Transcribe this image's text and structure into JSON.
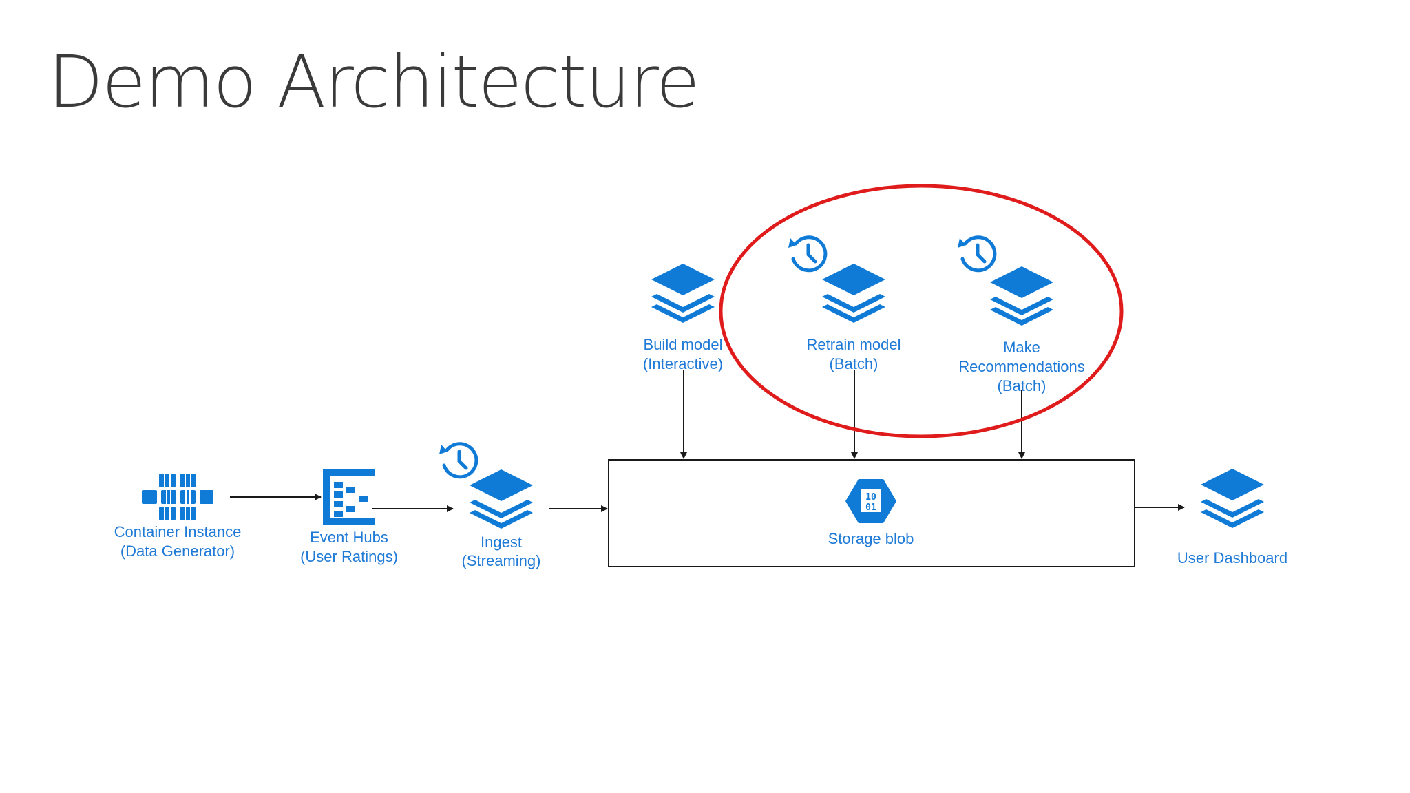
{
  "slide": {
    "title": "Demo Architecture"
  },
  "colors": {
    "azure_blue": "#0f7bd7",
    "label_blue": "#1e7ad6",
    "highlight_red": "#e01b1b",
    "line": "#1a1a1a"
  },
  "nodes": {
    "container": {
      "icon": "container-instance-icon",
      "line1": "Container Instance",
      "line2": "(Data Generator)"
    },
    "eventhubs": {
      "icon": "event-hubs-icon",
      "line1": "Event Hubs",
      "line2": "(User Ratings)"
    },
    "ingest": {
      "icon": "databricks-layers-icon",
      "schedule_icon": "schedule-clock-icon",
      "line1": "Ingest",
      "line2": "(Streaming)"
    },
    "build": {
      "icon": "databricks-layers-icon",
      "line1": "Build model",
      "line2": "(Interactive)"
    },
    "retrain": {
      "icon": "databricks-layers-icon",
      "schedule_icon": "schedule-clock-icon",
      "line1": "Retrain model",
      "line2": "(Batch)"
    },
    "recommend": {
      "icon": "databricks-layers-icon",
      "schedule_icon": "schedule-clock-icon",
      "line1": "Make",
      "line2": "Recommendations",
      "line3": "(Batch)"
    },
    "storage": {
      "icon": "storage-blob-icon",
      "line1": "Storage blob"
    },
    "dashboard": {
      "icon": "databricks-layers-icon",
      "line1": "User Dashboard"
    }
  },
  "annotation": {
    "type": "highlight-ellipse",
    "encloses": [
      "Retrain model",
      "Make Recommendations"
    ]
  }
}
